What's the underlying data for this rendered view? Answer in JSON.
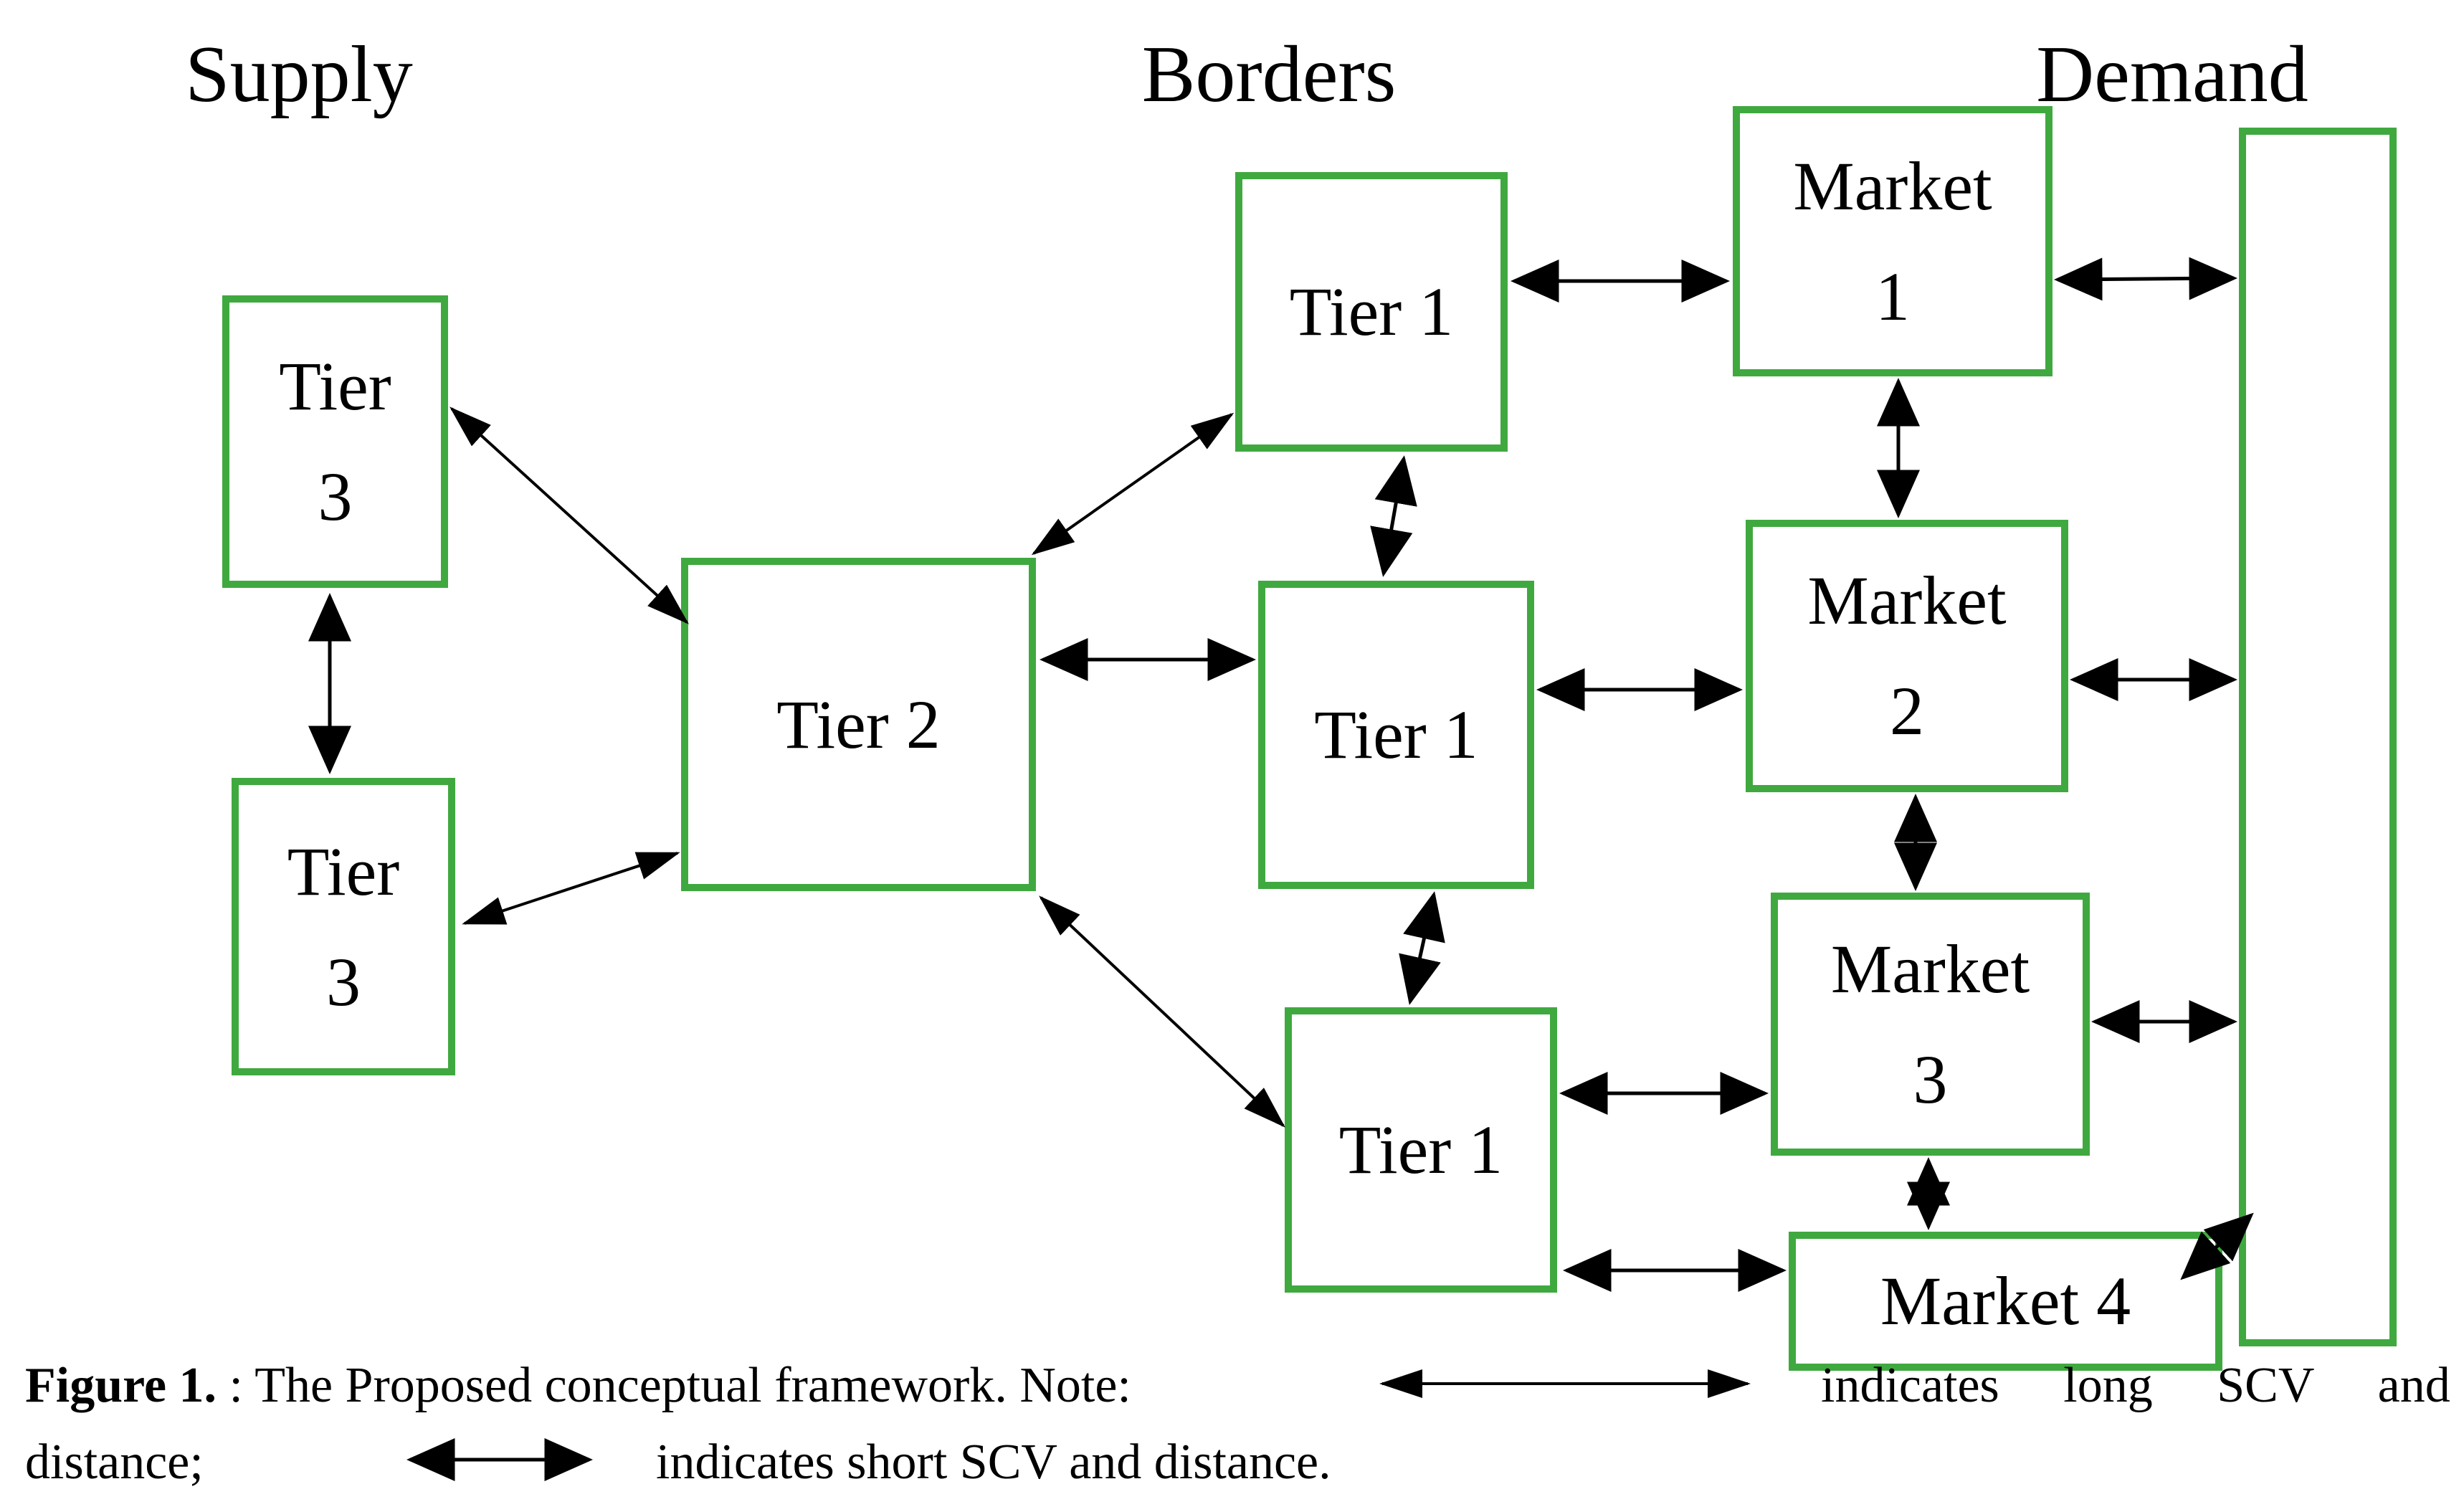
{
  "diagram": {
    "background": "#ffffff",
    "colors": {
      "box_border": "#3fa93f",
      "arrow": "#000000",
      "text": "#000000"
    },
    "headings": [
      {
        "id": "supply",
        "label": "Supply"
      },
      {
        "id": "borders",
        "label": "Borders"
      },
      {
        "id": "demand",
        "label": "Demand"
      }
    ],
    "nodes": [
      {
        "id": "tier3-top",
        "column": "supply",
        "lines": [
          "Tier",
          "3"
        ]
      },
      {
        "id": "tier3-bottom",
        "column": "supply",
        "lines": [
          "Tier",
          "3"
        ]
      },
      {
        "id": "tier2",
        "column": "supply",
        "lines": [
          "Tier 2"
        ]
      },
      {
        "id": "tier1-top",
        "column": "borders",
        "lines": [
          "Tier 1"
        ]
      },
      {
        "id": "tier1-middle",
        "column": "borders",
        "lines": [
          "Tier 1"
        ]
      },
      {
        "id": "tier1-bottom",
        "column": "borders",
        "lines": [
          "Tier 1"
        ]
      },
      {
        "id": "market1",
        "column": "demand",
        "lines": [
          "Market",
          "1"
        ]
      },
      {
        "id": "market2",
        "column": "demand",
        "lines": [
          "Market",
          "2"
        ]
      },
      {
        "id": "market3",
        "column": "demand",
        "lines": [
          "Market",
          "3"
        ]
      },
      {
        "id": "market4",
        "column": "demand",
        "lines": [
          "Market 4"
        ]
      },
      {
        "id": "demand-box",
        "column": "demand",
        "lines": []
      }
    ],
    "connections": [
      {
        "from": "tier3-top",
        "to": "tier2",
        "type": "long"
      },
      {
        "from": "tier3-top",
        "to": "tier3-bottom",
        "type": "short"
      },
      {
        "from": "tier3-bottom",
        "to": "tier2",
        "type": "long"
      },
      {
        "from": "tier2",
        "to": "tier1-top",
        "type": "long"
      },
      {
        "from": "tier2",
        "to": "tier1-middle",
        "type": "short"
      },
      {
        "from": "tier2",
        "to": "tier1-bottom",
        "type": "long"
      },
      {
        "from": "tier1-top",
        "to": "tier1-middle",
        "type": "short"
      },
      {
        "from": "tier1-middle",
        "to": "tier1-bottom",
        "type": "short"
      },
      {
        "from": "tier1-top",
        "to": "market1",
        "type": "short"
      },
      {
        "from": "tier1-middle",
        "to": "market2",
        "type": "short"
      },
      {
        "from": "tier1-bottom",
        "to": "market3",
        "type": "short"
      },
      {
        "from": "tier1-bottom",
        "to": "market4",
        "type": "short"
      },
      {
        "from": "market1",
        "to": "market2",
        "type": "short"
      },
      {
        "from": "market2",
        "to": "market3",
        "type": "short"
      },
      {
        "from": "market3",
        "to": "market4",
        "type": "short"
      },
      {
        "from": "market1",
        "to": "demand-box",
        "type": "short"
      },
      {
        "from": "market2",
        "to": "demand-box",
        "type": "short"
      },
      {
        "from": "market3",
        "to": "demand-box",
        "type": "short"
      },
      {
        "from": "market4",
        "to": "demand-box",
        "type": "short"
      }
    ],
    "caption": {
      "figure_label": "Figure 1.",
      "line1_text": " : The Proposed conceptual framework. Note:",
      "line1_legend": "indicates long SCV and",
      "line2_start": "distance;",
      "line2_legend": "indicates short SCV and distance."
    }
  }
}
